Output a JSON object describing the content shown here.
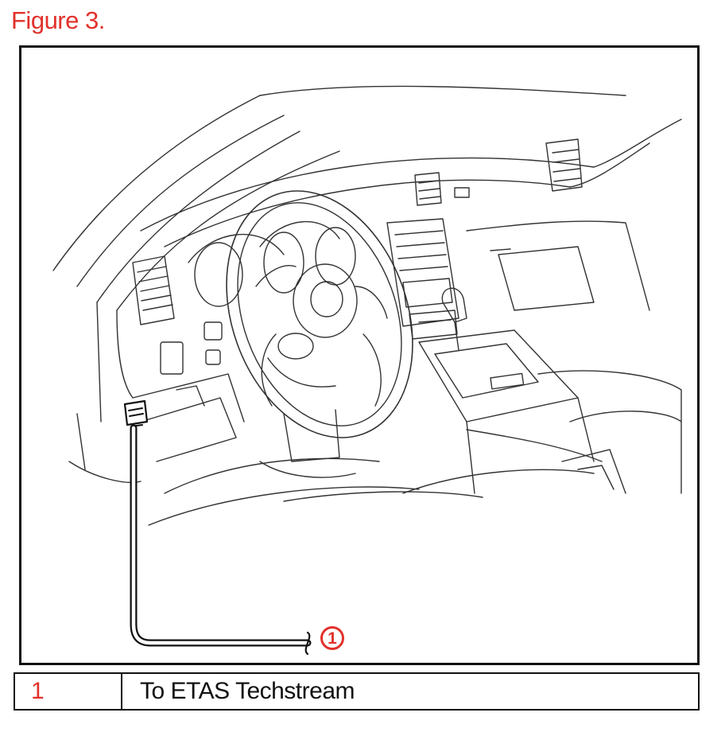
{
  "figure": {
    "title": "Figure 3."
  },
  "callout": {
    "number": "1"
  },
  "legend": {
    "rows": [
      {
        "number": "1",
        "description": "To ETAS Techstream"
      }
    ]
  },
  "colors": {
    "accent": "#e2312b",
    "line": "#111111"
  }
}
